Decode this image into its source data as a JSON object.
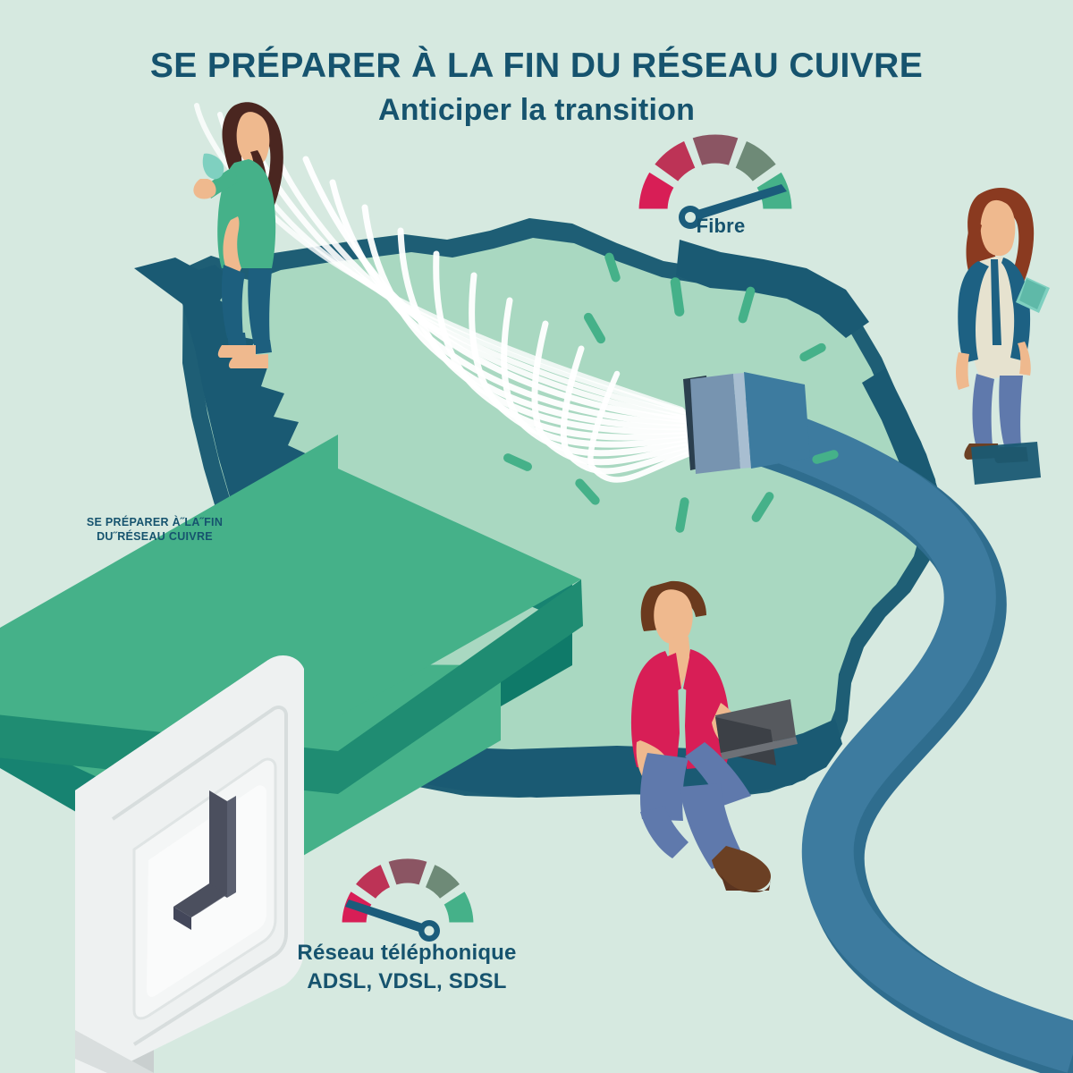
{
  "page": {
    "background_color": "#d6e9e0",
    "brand_dark_teal": "#16536e",
    "accent_green": "#45b189",
    "cable_blue": "#3d7b9f",
    "crimson": "#d81e56"
  },
  "header": {
    "title": "SE PRÉPARER À LA FIN DU RÉSEAU CUIVRE",
    "subtitle": "Anticiper la transition"
  },
  "arrow": {
    "label_line1": "SE PRÉPARER À˝LA˝FIN",
    "label_line2": "DU˝RÉSEAU CUIVRE",
    "color": "#45b189",
    "side_color": "#178371"
  },
  "gauges": [
    {
      "name": "fibre",
      "label": "Fibre",
      "label_lines": [
        "Fibre"
      ],
      "needle_segment": 5,
      "needle_angle_deg": -18,
      "segments": [
        {
          "index": 1,
          "color": "#d81e56"
        },
        {
          "index": 2,
          "color": "#bd3356"
        },
        {
          "index": 3,
          "color": "#8b5563"
        },
        {
          "index": 4,
          "color": "#6e8a77"
        },
        {
          "index": 5,
          "color": "#45b189"
        }
      ]
    },
    {
      "name": "reseau-telephonique",
      "label": "Réseau téléphonique ADSL, VDSL, SDSL",
      "label_lines": [
        "Réseau téléphonique",
        "ADSL, VDSL, SDSL"
      ],
      "needle_segment": 1,
      "needle_angle_deg": -162,
      "segments": [
        {
          "index": 1,
          "color": "#d81e56"
        },
        {
          "index": 2,
          "color": "#bd3356"
        },
        {
          "index": 3,
          "color": "#8b5563"
        },
        {
          "index": 4,
          "color": "#6e8a77"
        },
        {
          "index": 5,
          "color": "#45b189"
        }
      ]
    }
  ],
  "map": {
    "name": "france-map",
    "fill": "#a9d8c1",
    "border": "#1a5a73"
  },
  "figures": [
    {
      "name": "woman-with-phone",
      "position": "top-left",
      "shirt": "#45b189",
      "pants": "#1d5f7e",
      "hair": "#4a2620",
      "device": "smartphone"
    },
    {
      "name": "woman-with-tablet",
      "position": "right",
      "jacket": "#1d6183",
      "top": "#e6e2cf",
      "pants": "#5f79ac",
      "hair": "#8a3a20",
      "device": "tablet"
    },
    {
      "name": "man-with-laptop",
      "position": "center-bottom",
      "shirt": "#d81e56",
      "pants": "#5f79ac",
      "hair": "#6b3a1e",
      "device": "laptop"
    }
  ],
  "objects": [
    {
      "name": "telephone-wall-socket",
      "body": "#eef1f1",
      "slot": "#4b4f5e"
    },
    {
      "name": "fiber-optic-cable",
      "jacket": "#3d7b9f",
      "ferrule": "#7794b0",
      "strands": "#ffffff",
      "strand_count": 14
    }
  ]
}
